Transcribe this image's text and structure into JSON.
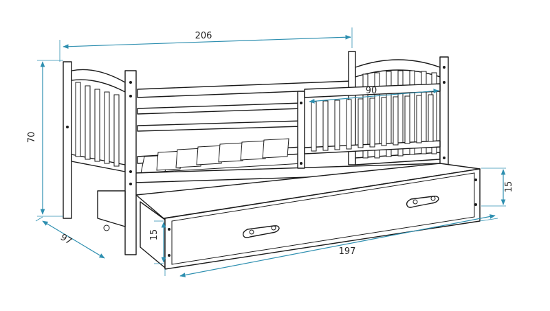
{
  "dimensions": {
    "length_total": "206",
    "guard_rail": "90",
    "height": "70",
    "width": "97",
    "drawer_length": "197",
    "drawer_height_front": "15",
    "drawer_height_side": "15"
  },
  "colors": {
    "dimension_line": "#2e8fb0",
    "outline": "#1a1a1a",
    "background": "#ffffff"
  }
}
